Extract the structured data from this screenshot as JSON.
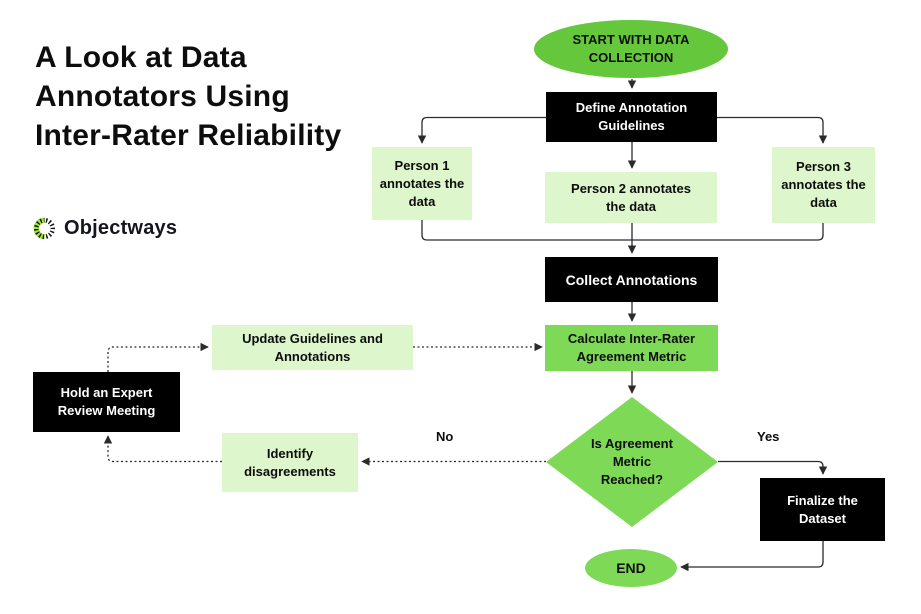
{
  "header": {
    "title": "A Look at Data Annotators Using Inter-Rater Reliability",
    "brand": "Objectways"
  },
  "flowchart": {
    "nodes": {
      "start": {
        "label": "START WITH DATA COLLECTION",
        "shape": "ellipse",
        "color": "#65c83c"
      },
      "define": {
        "label": "Define Annotation Guidelines",
        "shape": "rect",
        "color": "#000000"
      },
      "person1": {
        "label": "Person 1 annotates the data",
        "shape": "rect",
        "color": "#ddf6cb"
      },
      "person2": {
        "label": "Person 2 annotates the data",
        "shape": "rect",
        "color": "#ddf6cb"
      },
      "person3": {
        "label": "Person 3 annotates the data",
        "shape": "rect",
        "color": "#ddf6cb"
      },
      "collect": {
        "label": "Collect Annotations",
        "shape": "rect",
        "color": "#000000"
      },
      "calculate": {
        "label": "Calculate Inter-Rater Agreement Metric",
        "shape": "rect",
        "color": "#7ed957"
      },
      "decision": {
        "label": "Is Agreement Metric Reached?",
        "shape": "diamond",
        "color": "#7ed957"
      },
      "update": {
        "label": "Update Guidelines and Annotations",
        "shape": "rect",
        "color": "#ddf6cb"
      },
      "hold": {
        "label": "Hold an Expert Review Meeting",
        "shape": "rect",
        "color": "#000000"
      },
      "identify": {
        "label": "Identify disagreements",
        "shape": "rect",
        "color": "#ddf6cb"
      },
      "finalize": {
        "label": "Finalize the Dataset",
        "shape": "rect",
        "color": "#000000"
      },
      "end": {
        "label": "END",
        "shape": "ellipse",
        "color": "#7ed957"
      }
    },
    "edge_labels": {
      "no": "No",
      "yes": "Yes"
    },
    "colors": {
      "bright_green": "#65c83c",
      "medium_green": "#7ed957",
      "light_green": "#ddf6cb",
      "node_black": "#000000",
      "line": "#2b2b2b",
      "background": "#ffffff"
    }
  }
}
